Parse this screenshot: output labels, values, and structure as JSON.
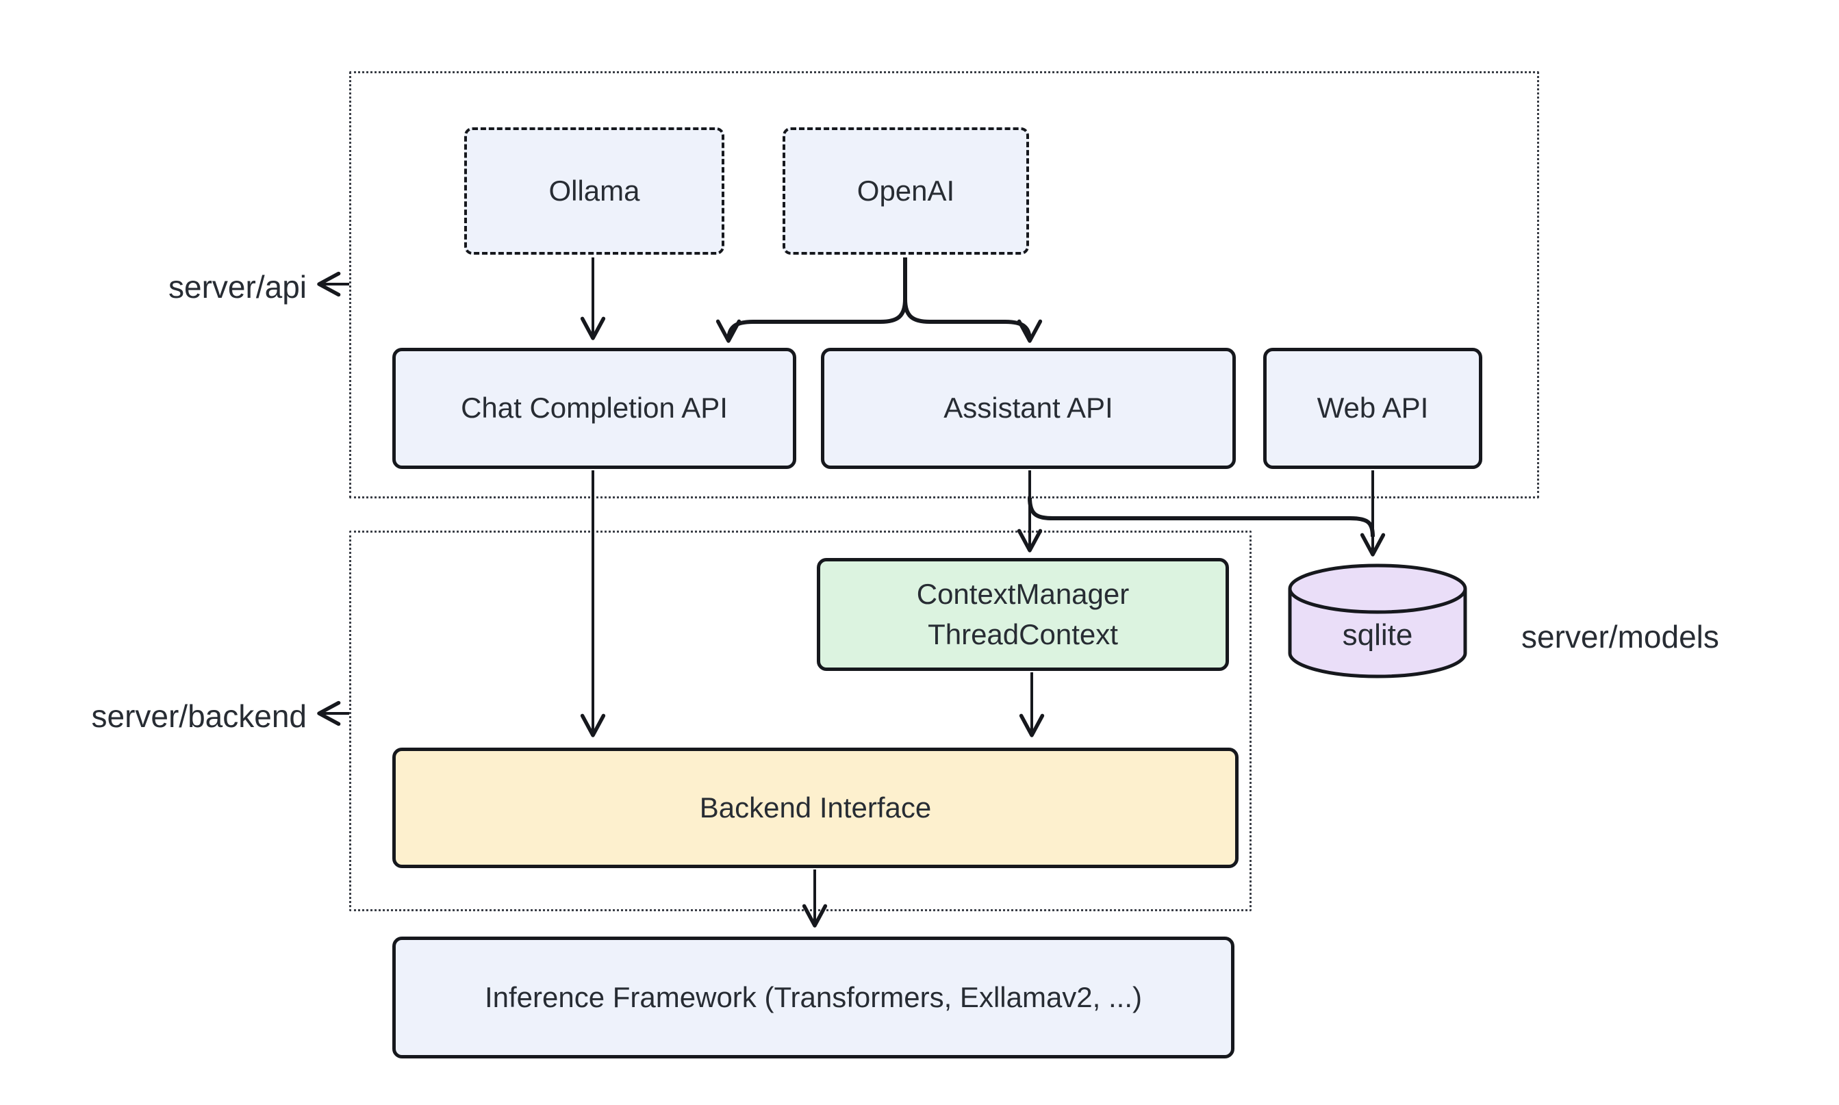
{
  "colors": {
    "node_fill_blue": "#eef2fb",
    "node_fill_green": "#dcf3e0",
    "node_fill_yellow": "#fdf0ce",
    "node_fill_purple": "#eadef8",
    "stroke": "#16181d",
    "container_stroke": "#3a3e46",
    "text": "#272c33"
  },
  "labels": {
    "server_api": "server/api",
    "server_backend": "server/backend",
    "server_models": "server/models"
  },
  "nodes": {
    "ollama": {
      "label": "Ollama"
    },
    "openai": {
      "label": "OpenAI"
    },
    "chat_completion_api": {
      "label": "Chat Completion API"
    },
    "assistant_api": {
      "label": "Assistant API"
    },
    "web_api": {
      "label": "Web API"
    },
    "context_manager": {
      "label_line1": "ContextManager",
      "label_line2": "ThreadContext"
    },
    "sqlite": {
      "label": "sqlite"
    },
    "backend_interface": {
      "label": "Backend Interface"
    },
    "inference_framework": {
      "label": "Inference Framework (Transformers, Exllamav2, ...)"
    }
  }
}
